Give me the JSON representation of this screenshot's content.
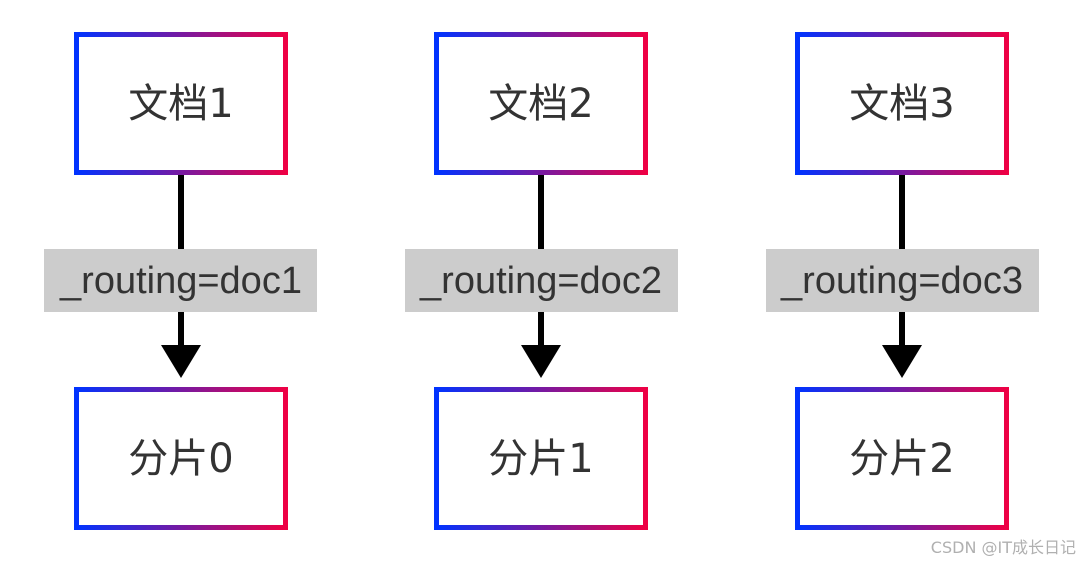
{
  "diagram": {
    "documents": [
      {
        "label": "文档1"
      },
      {
        "label": "文档2"
      },
      {
        "label": "文档3"
      }
    ],
    "shards": [
      {
        "label": "分片0"
      },
      {
        "label": "分片1"
      },
      {
        "label": "分片2"
      }
    ],
    "edges": [
      {
        "label": "_routing=doc1"
      },
      {
        "label": "_routing=doc2"
      },
      {
        "label": "_routing=doc3"
      }
    ],
    "colors": {
      "border_start": "#0033ff",
      "border_end": "#ee0044",
      "edge_label_bg": "#cccccc",
      "text": "#333333",
      "arrow": "#000000"
    }
  },
  "watermark": "CSDN @IT成长日记"
}
